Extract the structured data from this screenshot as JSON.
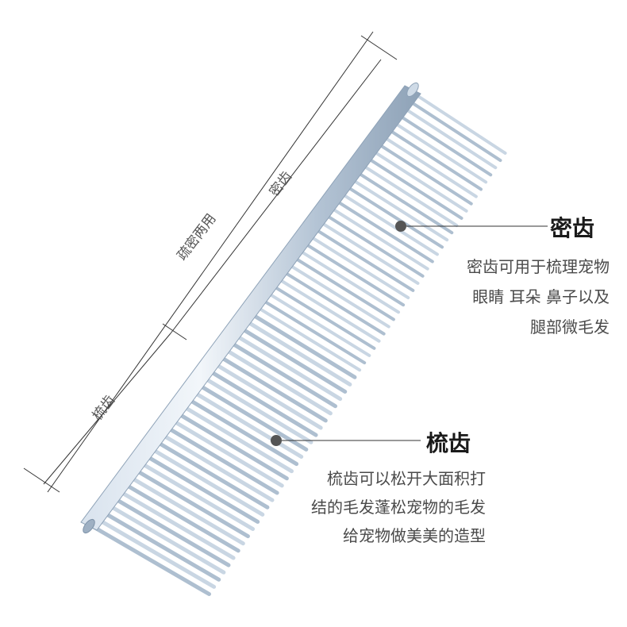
{
  "dim_labels": {
    "fine": "密齿",
    "both": "疏密两用",
    "coarse": "梳齿"
  },
  "callouts": {
    "fine": {
      "title": "密齿",
      "lines": [
        "密齿可用于梳理宠物",
        "眼睛 耳朵 鼻子以及",
        "腿部微毛发"
      ]
    },
    "coarse": {
      "title": "梳齿",
      "lines": [
        "梳齿可以松开大面积打",
        "结的毛发蓬松宠物的毛发",
        "给宠物做美美的造型"
      ]
    }
  },
  "colors": {
    "background": "#ffffff",
    "comb_metal": "#b9c8d8",
    "comb_highlight": "#e9eff5",
    "comb_shadow": "#8fa3b8",
    "dim_line": "#333333",
    "callout_dot": "#555555",
    "callout_line": "#333333"
  }
}
